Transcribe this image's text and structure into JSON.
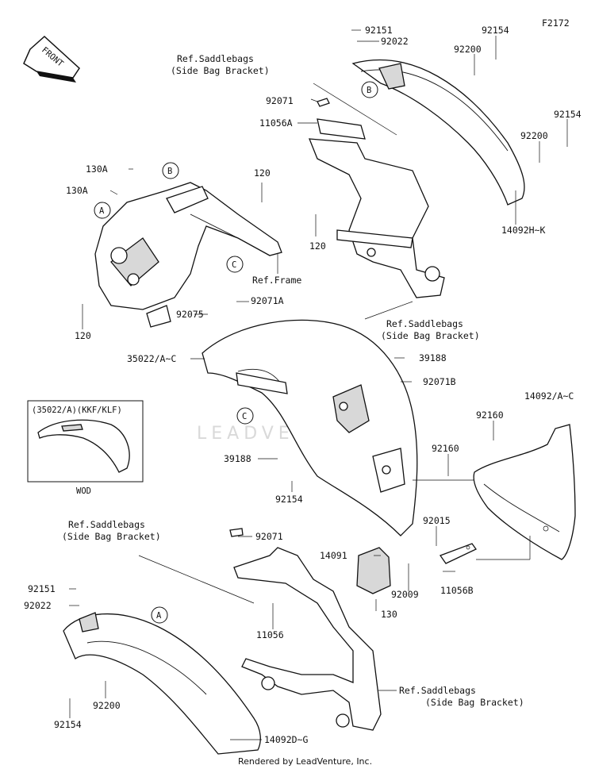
{
  "diagram_code": "F2172",
  "front_badge": "FRONT",
  "credit": "Rendered by LeadVenture, Inc.",
  "watermark": "LEADVENTURE",
  "wod_box": {
    "title": "(35022/A)(KKF/KLF)",
    "caption": "WOD"
  },
  "callouts": {
    "A": "A",
    "B": "B",
    "C": "C"
  },
  "labels": {
    "p92151_top": "92151",
    "p92022_top": "92022",
    "p92154_top": "92154",
    "p92200_top": "92200",
    "ref_sb_top": "Ref.Saddlebags",
    "ref_sb_top2": "(Side Bag Bracket)",
    "p92071": "92071",
    "p11056A": "11056A",
    "p92154_r": "92154",
    "p92200_r": "92200",
    "p14092HK": "14092H~K",
    "p130A_1": "130A",
    "p130A_2": "130A",
    "p120_a": "120",
    "p120_b": "120",
    "p120_c": "120",
    "ref_frame": "Ref.Frame",
    "p92071A": "92071A",
    "p92075": "92075",
    "ref_sb_mid": "Ref.Saddlebags",
    "ref_sb_mid2": "(Side Bag Bracket)",
    "p35022": "35022/A~C",
    "p39188_a": "39188",
    "p92071B": "92071B",
    "p14092AC": "14092/A~C",
    "p92160_a": "92160",
    "p92160_b": "92160",
    "p39188_b": "39188",
    "p92154_m": "92154",
    "p92015": "92015",
    "p14091": "14091",
    "p92009": "92009",
    "p11056B": "11056B",
    "p130": "130",
    "ref_sb_low": "Ref.Saddlebags",
    "ref_sb_low2": "(Side Bag Bracket)",
    "p92071_low": "92071",
    "p92151_low": "92151",
    "p92022_low": "92022",
    "p11056": "11056",
    "p92200_low": "92200",
    "p92154_low": "92154",
    "p14092DG": "14092D~G",
    "ref_sb_bot": "Ref.Saddlebags",
    "ref_sb_bot2": "(Side Bag Bracket)"
  }
}
